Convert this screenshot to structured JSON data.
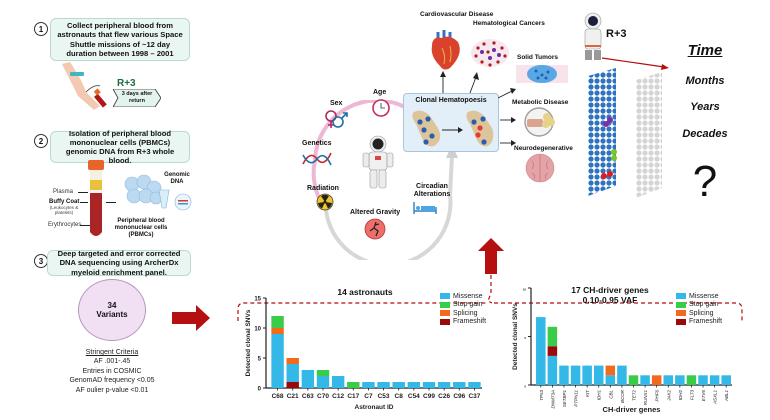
{
  "steps": [
    {
      "number": "1",
      "text": "Collect peripheral blood from astronauts that flew various Space Shuttle  missions of ~12 day duration between 1998 – 2001"
    },
    {
      "number": "2",
      "text": "Isolation of peripheral blood mononuclear cells (PBMCs) genomic DNA from R+3 whole blood."
    },
    {
      "number": "3",
      "text": "Deep targeted and error corrected DNA sequencing using ArcherDx myeloid enrichment panel."
    }
  ],
  "blood_draw": {
    "r3_label": "R+3",
    "r3_caption": "3 days after return"
  },
  "tube": {
    "plasma": "Plasma",
    "buffy_coat": "Buffy Coat",
    "buffy_sub": "(Leukocytes & platelets)",
    "erythrocytes": "Erythrocytes",
    "pbmc_label": "Peripheral blood mononuclear cells (PBMCs)",
    "genomic_dna": "Genomic DNA"
  },
  "variants": {
    "count": "34",
    "label": "Variants"
  },
  "criteria": {
    "title": "Stringent Criteria",
    "lines": [
      "AF .001-.45",
      "Entries in COSMIC",
      "GenomAD frequency <0.05",
      "AF oulier p-value <0.01"
    ]
  },
  "factors": {
    "sex": "Sex",
    "age": "Age",
    "genetics": "Genetics",
    "radiation": "Radiation",
    "altered_gravity": "Altered Gravity",
    "circadian": "Circadian Alterations"
  },
  "clonal_box": {
    "title": "Clonal Hematopoesis"
  },
  "outcomes": {
    "cardio": "Cardiovascular Disease",
    "hemato": "Hematological Cancers",
    "solid": "Solid Tumors",
    "metabolic": "Metabolic Disease",
    "neuro": "Neurodegenerative"
  },
  "timeline": {
    "r3_label": "R+3",
    "title": "Time",
    "words": [
      "Months",
      "Years",
      "Decades"
    ],
    "question": "?"
  },
  "colors": {
    "missense": "#33b8e8",
    "stop_gain": "#38cc48",
    "splicing": "#f26b1d",
    "frameshift": "#9b0a0a",
    "arrow_red": "#b50f0f",
    "step_box_bg": "#eaf6f1",
    "variant_circle": "#f1dff4"
  },
  "chart_data": [
    {
      "type": "bar",
      "stacked": true,
      "title": "14 astronauts",
      "xlabel": "Astronaut ID",
      "ylabel": "Detected clonal SNVs",
      "ylim": [
        0,
        15
      ],
      "yticks": [
        0,
        5,
        10,
        15
      ],
      "legend_position": "top-right",
      "categories": [
        "C68",
        "C21",
        "C63",
        "C70",
        "C12",
        "C17",
        "C7",
        "C53",
        "C8",
        "C54",
        "C99",
        "C26",
        "C96",
        "C37"
      ],
      "series": [
        {
          "name": "Frameshift",
          "values": [
            0,
            1,
            0,
            0,
            0,
            0,
            0,
            0,
            0,
            0,
            0,
            0,
            0,
            0
          ]
        },
        {
          "name": "Missense",
          "values": [
            9,
            3,
            3,
            2,
            2,
            0,
            1,
            1,
            1,
            1,
            1,
            1,
            1,
            1
          ]
        },
        {
          "name": "Splicing",
          "values": [
            1,
            1,
            0,
            0,
            0,
            0,
            0,
            0,
            0,
            0,
            0,
            0,
            0,
            0
          ]
        },
        {
          "name": "Stop gain",
          "values": [
            2,
            0,
            0,
            1,
            0,
            1,
            0,
            0,
            0,
            0,
            0,
            0,
            0,
            0
          ]
        }
      ],
      "legend": [
        "Missense",
        "Stop gain",
        "Splicing",
        "Frameshift"
      ]
    },
    {
      "type": "bar",
      "stacked": true,
      "title": "17 CH-driver genes",
      "subtitle": "0.10-0.95 VAF",
      "xlabel": "CH-driver genes",
      "ylabel": "Detected clonal SNVs",
      "ylim": [
        0,
        10
      ],
      "yticks": [
        0,
        5,
        10
      ],
      "legend_position": "top-right",
      "categories": [
        "TP53",
        "DNMT3A",
        "SETBP1",
        "PTPN11",
        "KIT",
        "IDH1",
        "CBL",
        "BCOR",
        "TET2",
        "RUNX1",
        "PHF6",
        "JAK2",
        "IDH2",
        "FLT3",
        "ETV6",
        "ASXL1",
        "ABL1"
      ],
      "series": [
        {
          "name": "Missense",
          "values": [
            7,
            3,
            2,
            2,
            2,
            2,
            1,
            2,
            0,
            1,
            0,
            1,
            1,
            0,
            1,
            1,
            1
          ]
        },
        {
          "name": "Frameshift",
          "values": [
            0,
            1,
            0,
            0,
            0,
            0,
            0,
            0,
            0,
            0,
            0,
            0,
            0,
            0,
            0,
            0,
            0
          ]
        },
        {
          "name": "Splicing",
          "values": [
            0,
            0,
            0,
            0,
            0,
            0,
            1,
            0,
            0,
            0,
            1,
            0,
            0,
            0,
            0,
            0,
            0
          ]
        },
        {
          "name": "Stop gain",
          "values": [
            0,
            2,
            0,
            0,
            0,
            0,
            0,
            0,
            1,
            0,
            0,
            0,
            0,
            1,
            0,
            0,
            0
          ]
        }
      ],
      "legend": [
        "Missense",
        "Stop gain",
        "Splicing",
        "Frameshift"
      ]
    }
  ]
}
